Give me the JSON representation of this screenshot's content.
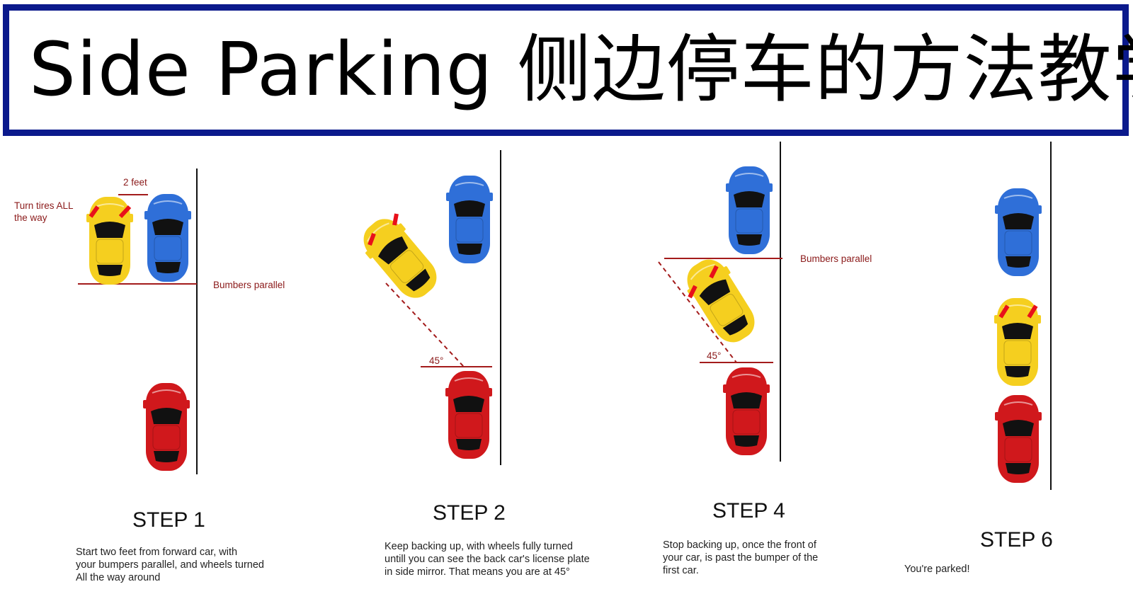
{
  "title": "Side Parking 侧边停车的方法教学",
  "colors": {
    "frame": "#0b1a8c",
    "yellow_car": "#f5cf1f",
    "blue_car": "#2f6fd8",
    "red_car": "#d0181c",
    "guide_line": "#a31b1b",
    "tire_mark": "#e8101a"
  },
  "steps": [
    {
      "title": "STEP 1",
      "description": "Start two feet from forward car, with\nyour bumpers parallel, and wheels turned\nAll the way around",
      "annotations": {
        "tires": "Turn tires ALL\nthe way",
        "gap": "2 feet",
        "bumpers": "Bumbers parallel"
      }
    },
    {
      "title": "STEP 2",
      "description": "Keep backing up, with wheels fully  turned\nuntill you can see the back car's license plate\nin side mirror. That means you are at 45°",
      "annotations": {
        "angle": "45°"
      }
    },
    {
      "title": "STEP 4",
      "description": "Stop backing up, once the front of\nyour car, is past the bumper of the\nfirst car.",
      "annotations": {
        "bumpers": "Bumbers parallel",
        "angle": "45°"
      }
    },
    {
      "title": "STEP 6",
      "description": "You're parked!"
    }
  ]
}
